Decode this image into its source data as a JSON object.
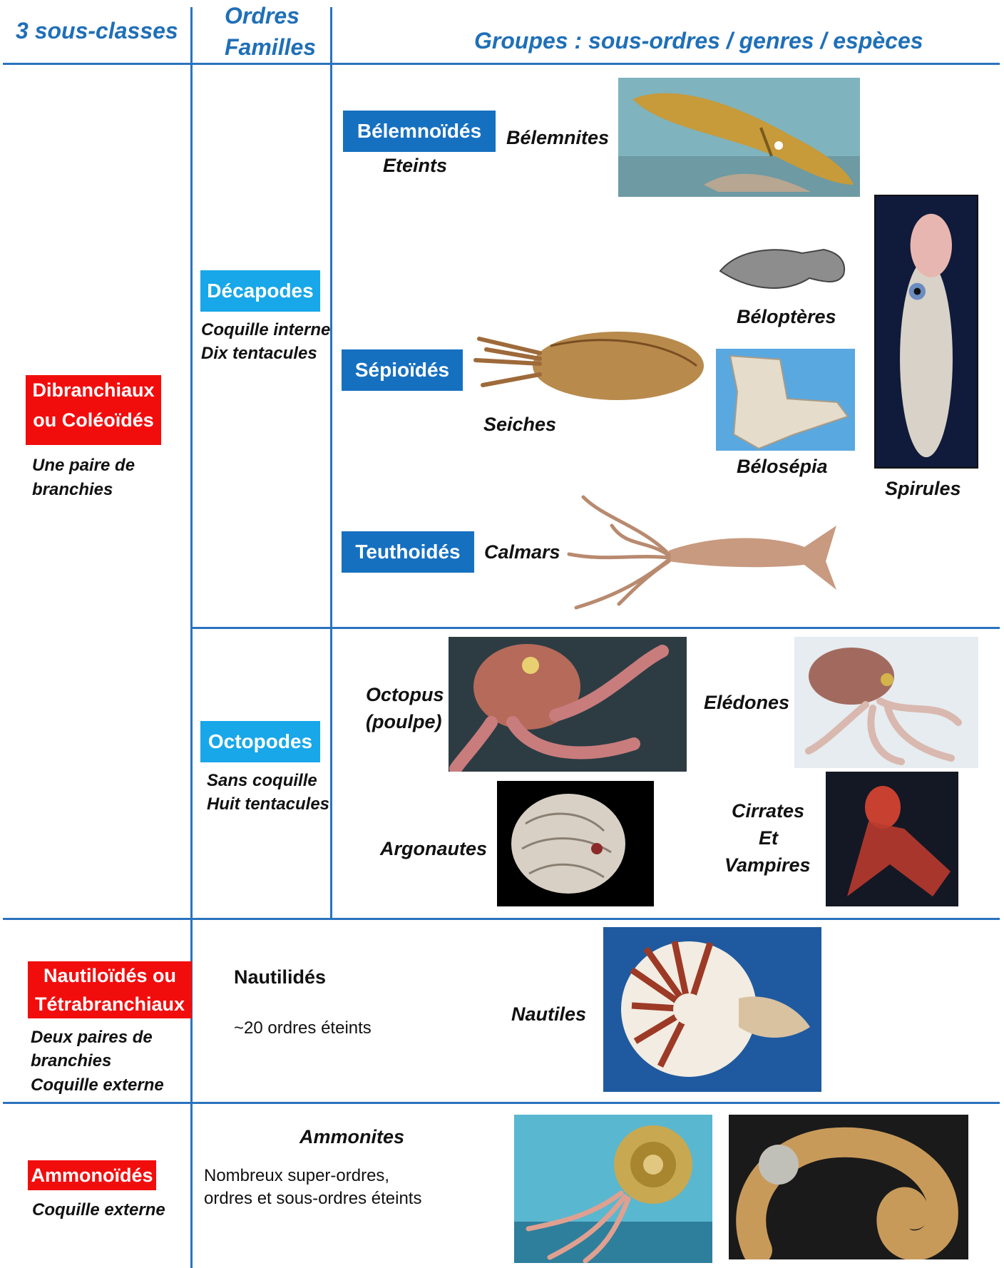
{
  "header": {
    "col1": "3 sous-classes",
    "col2_line1": "Ordres",
    "col2_line2": "Familles",
    "col3": "Groupes : sous-ordres / genres / espèces"
  },
  "subclasses": {
    "dibranchiaux": {
      "name_line1": "Dibranchiaux",
      "name_line2": "ou Coléoïdés",
      "note_line1": "Une paire de",
      "note_line2": "branchies",
      "color": "#f20d0d"
    },
    "nautiloides": {
      "name_line1": "Nautiloïdés ou",
      "name_line2": "Tétrabranchiaux",
      "note_line1": "Deux paires de",
      "note_line2": "branchies",
      "note_line3": "Coquille externe"
    },
    "ammonoides": {
      "name": "Ammonoïdés",
      "note": "Coquille externe"
    }
  },
  "orders": {
    "decapodes": {
      "name": "Décapodes",
      "note_line1": "Coquille interne",
      "note_line2": "Dix tentacules",
      "color": "#18a7e8"
    },
    "octopodes": {
      "name": "Octopodes",
      "note_line1": "Sans coquille",
      "note_line2": "Huit tentacules"
    },
    "nautilides": {
      "name": "Nautilidés",
      "note": "~20 ordres éteints"
    },
    "ammonites": {
      "name": "Ammonites",
      "note_line1": "Nombreux super-ordres,",
      "note_line2": "ordres et sous-ordres éteints"
    }
  },
  "suborders": {
    "belemnoides": {
      "name": "Bélemnoïdés",
      "note": "Eteints",
      "color": "#1670c0"
    },
    "sepioides": {
      "name": "Sépioïdés"
    },
    "teuthoides": {
      "name": "Teuthoidés"
    }
  },
  "groups": {
    "belemnites": "Bélemnites",
    "belopteres": "Béloptères",
    "seiches": "Seiches",
    "belosepia": "Bélosépia",
    "spirules": "Spirules",
    "calmars": "Calmars",
    "octopus_line1": "Octopus",
    "octopus_line2": "(poulpe)",
    "eledones": "Elédones",
    "argonautes": "Argonautes",
    "cirrates_line1": "Cirrates",
    "cirrates_line2": "Et",
    "cirrates_line3": "Vampires",
    "nautiles": "Nautiles"
  },
  "colors": {
    "grid_lines": "#2a73be",
    "header_text": "#1f6fb7"
  },
  "icons": {
    "belemnite": "belemnite-photo",
    "beloptera": "beloptera-fossil-photo",
    "spirula": "spirula-photo",
    "cuttlefish": "cuttlefish-photo",
    "belosepia": "belosepia-fossil-photo",
    "squid": "squid-photo",
    "octopus": "octopus-photo",
    "eledone": "eledone-photo",
    "argonaut": "argonaut-photo",
    "vampire": "vampire-squid-photo",
    "nautilus": "nautilus-photo",
    "ammonite_living": "ammonite-reconstruction-photo",
    "ammonite_fossil": "ammonite-fossil-photo"
  }
}
